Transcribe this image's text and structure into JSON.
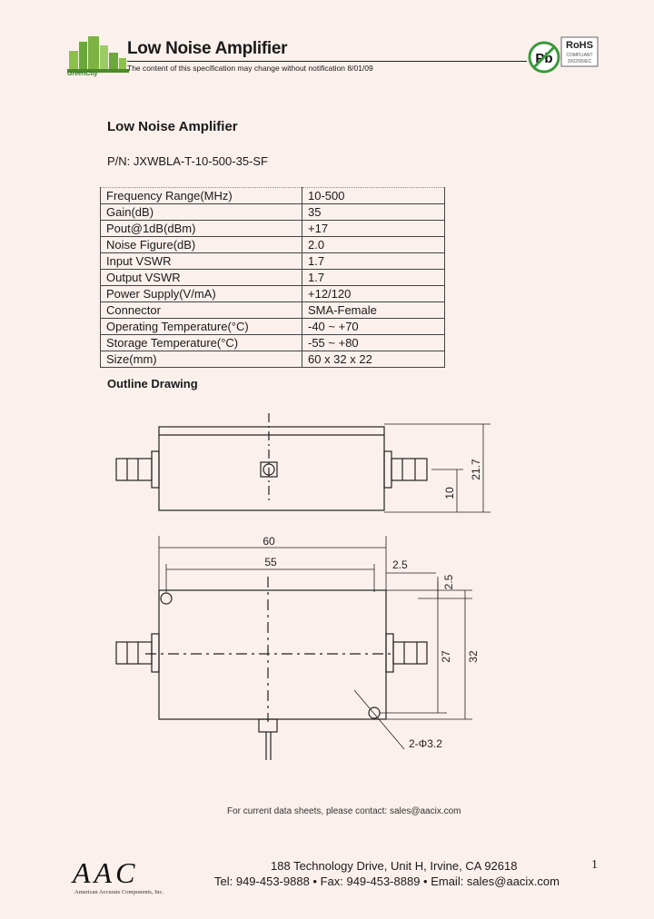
{
  "header": {
    "title": "Low Noise Amplifier",
    "note": "The content of this specification may change without notification 8/01/09",
    "brand": "GreenCity",
    "rohs_label": "RoHS",
    "pb_label": "Pb",
    "rohs_sub1": "COMPLIANT",
    "rohs_sub2": "2002/95/EC"
  },
  "doc": {
    "title": "Low Noise Amplifier",
    "pn": "P/N: JXWBLA-T-10-500-35-SF"
  },
  "specs": [
    {
      "label": "Frequency Range(MHz)",
      "value": "10-500"
    },
    {
      "label": "Gain(dB)",
      "value": "35"
    },
    {
      "label": "Pout@1dB(dBm)",
      "value": "+17"
    },
    {
      "label": "Noise Figure(dB)",
      "value": "2.0"
    },
    {
      "label": "Input VSWR",
      "value": "1.7"
    },
    {
      "label": "Output VSWR",
      "value": "1.7"
    },
    {
      "label": "Power Supply(V/mA)",
      "value": "+12/120"
    },
    {
      "label": "Connector",
      "value": "SMA-Female"
    },
    {
      "label": "Operating Temperature(°C)",
      "value": "-40 ~ +70"
    },
    {
      "label": "Storage Temperature(°C)",
      "value": "-55 ~ +80"
    },
    {
      "label": "Size(mm)",
      "value": "60 x 32 x 22"
    }
  ],
  "outline": {
    "title": "Outline Drawing",
    "dims": {
      "height_total": "21.7",
      "height_conn": "10",
      "length": "60",
      "hole_span_x": "55",
      "hole_offset_x": "2.5",
      "hole_offset_y": "2.5",
      "hole_span_y": "27",
      "width": "32",
      "holes": "2-Φ3.2"
    }
  },
  "footer": {
    "contact": "For current data sheets, please contact: sales@aacix.com",
    "address": "188 Technology Drive, Unit H, Irvine, CA 92618",
    "phones": "Tel: 949-453-9888 • Fax: 949-453-8889 • Email: sales@aacix.com",
    "company": "American Accurate Components, Inc.",
    "logo_text": "AAC",
    "page": "1"
  }
}
